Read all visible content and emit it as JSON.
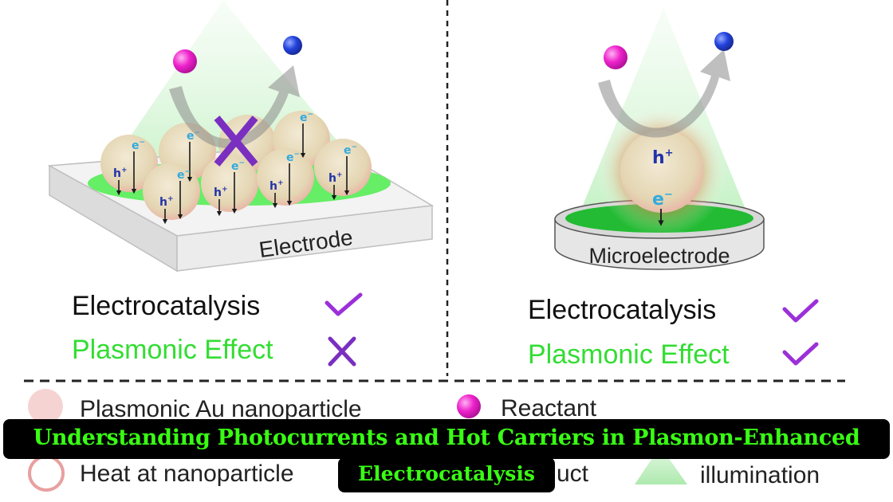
{
  "labels": {
    "electrode": "Electrode",
    "microelectrode": "Microelectrode",
    "electron": "e",
    "hole": "h",
    "minus": "−",
    "plus": "+"
  },
  "left_panel": {
    "electrocatalysis": "Electrocatalysis",
    "plasmonic_effect": "Plasmonic Effect"
  },
  "right_panel": {
    "electrocatalysis": "Electrocatalysis",
    "plasmonic_effect": "Plasmonic Effect"
  },
  "legend": {
    "nanoparticle": "Plasmonic Au nanoparticle",
    "reactant": "Reactant",
    "heat": "Heat at nanoparticle",
    "product_fragment": "uct",
    "illumination": "illumination"
  },
  "caption": {
    "line1": "Understanding Photocurrents and Hot Carriers in Plasmon-Enhanced",
    "line2": "Electrocatalysis"
  },
  "colors": {
    "check": "#9b30d9",
    "cross": "#7a2fc0",
    "plasmonic_text": "#33dd33",
    "reactant": "#ee22cc",
    "product": "#2244dd",
    "nanoparticle": "#e9dcc0",
    "electron": "#33aadd",
    "hole": "#2233aa",
    "caption_text": "#39ff14"
  }
}
